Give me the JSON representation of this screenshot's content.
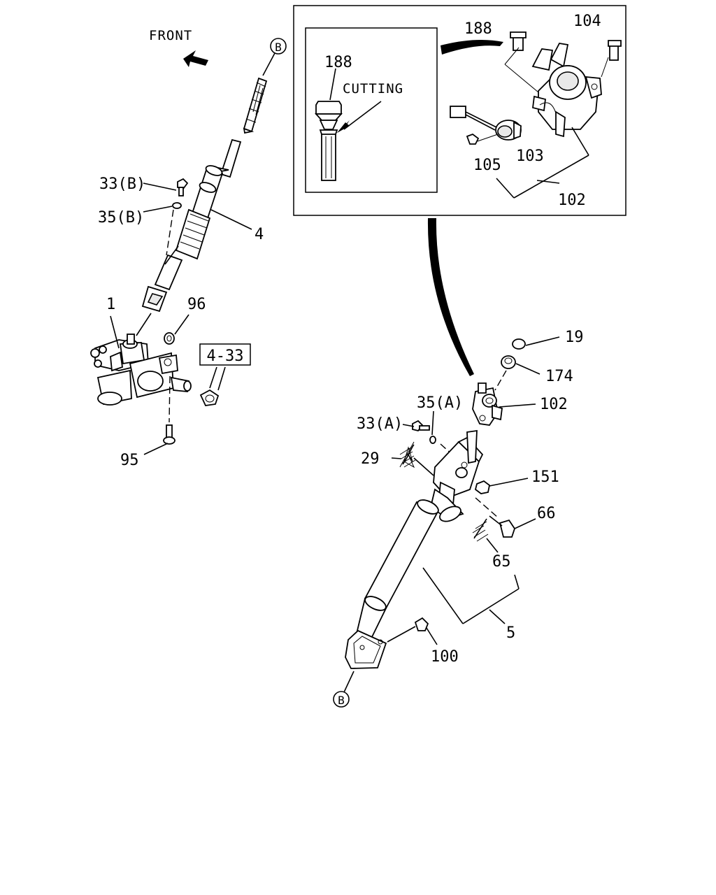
{
  "diagram": {
    "front_label": "FRONT",
    "ref_box_label": "4-33",
    "cutting_label": "CUTTING",
    "connector_b": "B",
    "callouts": {
      "c188_inset": "188",
      "c188": "188",
      "c104": "104",
      "c105": "105",
      "c103": "103",
      "c102_top": "102",
      "c33b": "33(B)",
      "c35b": "35(B)",
      "c4": "4",
      "c1": "1",
      "c96": "96",
      "c95": "95",
      "c19": "19",
      "c174": "174",
      "c35a": "35(A)",
      "c102": "102",
      "c33a": "33(A)",
      "c29": "29",
      "c151": "151",
      "c66": "66",
      "c65": "65",
      "c5": "5",
      "c100": "100"
    }
  }
}
